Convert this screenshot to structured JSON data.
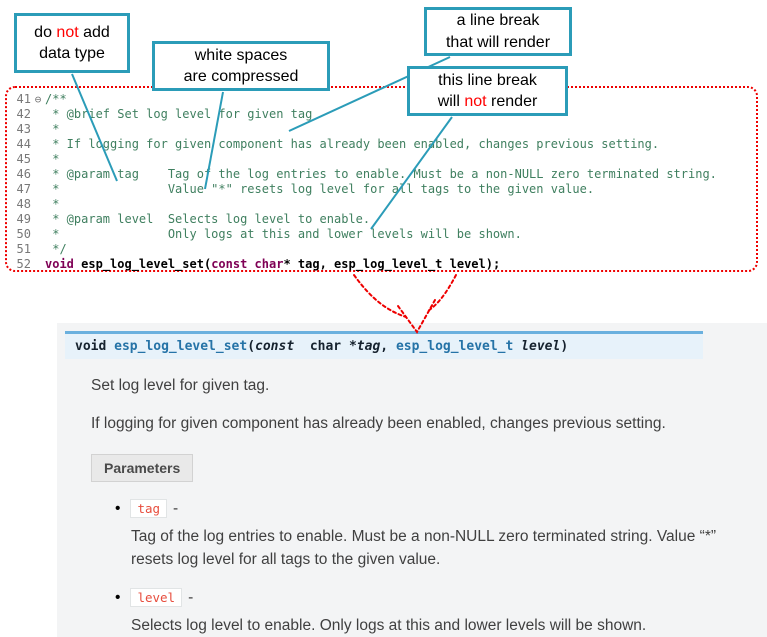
{
  "callouts": {
    "box1": {
      "l1a": "do ",
      "l1red": "not",
      "l1b": " add",
      "l2": "data type"
    },
    "box2": {
      "l1": "white spaces",
      "l2": "are  compressed"
    },
    "box3": {
      "l1": "a line break",
      "l2": "that will render"
    },
    "box4": {
      "l1": "this line break",
      "l2a": "will ",
      "l2red": "not",
      "l2b": " render"
    }
  },
  "editor": {
    "lines": [
      {
        "num": "41",
        "fold": "⊖",
        "text": "/**"
      },
      {
        "num": "42",
        "text": " * @brief Set log level for given tag"
      },
      {
        "num": "43",
        "text": " *"
      },
      {
        "num": "44",
        "text": " * If logging for given component has already been enabled, changes previous setting."
      },
      {
        "num": "45",
        "text": " *"
      },
      {
        "num": "46",
        "text": " * @param tag    Tag of the log entries to enable. Must be a non-NULL zero terminated string."
      },
      {
        "num": "47",
        "text": " *               Value \"*\" resets log level for all tags to the given value."
      },
      {
        "num": "48",
        "text": " *"
      },
      {
        "num": "49",
        "text": " * @param level  Selects log level to enable."
      },
      {
        "num": "50",
        "text": " *               Only logs at this and lower levels will be shown."
      },
      {
        "num": "51",
        "text": " */"
      }
    ],
    "decl": {
      "num": "52",
      "kw1": "void",
      "name": " esp_log_level_set(",
      "kw2": "const",
      "sp": " ",
      "kw3": "char",
      "rest": "* tag, esp_log_level_t level);"
    }
  },
  "docs": {
    "signature": {
      "kw": "void ",
      "name": "esp_log_level_set",
      "open": "(",
      "cst": "const ",
      "typ1": " char *",
      "arg1": "tag",
      "comma": ", ",
      "typ2": "esp_log_level_t ",
      "arg2": "level",
      "close": ")"
    },
    "brief": "Set log level for given tag.",
    "detail": "If logging for given component has already been enabled, changes previous setting.",
    "params_label": "Parameters",
    "bullet": "•",
    "params": [
      {
        "name": "tag",
        "sep": "-",
        "desc": "Tag of the log entries to enable. Must be a non-NULL zero terminated string. Value “*” resets log level for all tags to the given value."
      },
      {
        "name": "level",
        "sep": "-",
        "desc": "Selects log level to enable. Only logs at this and lower levels will be shown."
      }
    ]
  },
  "colors": {
    "callout_border": "#2b9cb8",
    "dotted_red": "#ee0000",
    "sig_bg": "#e7f2fa",
    "sig_border": "#6ab0de",
    "inline_code": "#e74c3c"
  }
}
